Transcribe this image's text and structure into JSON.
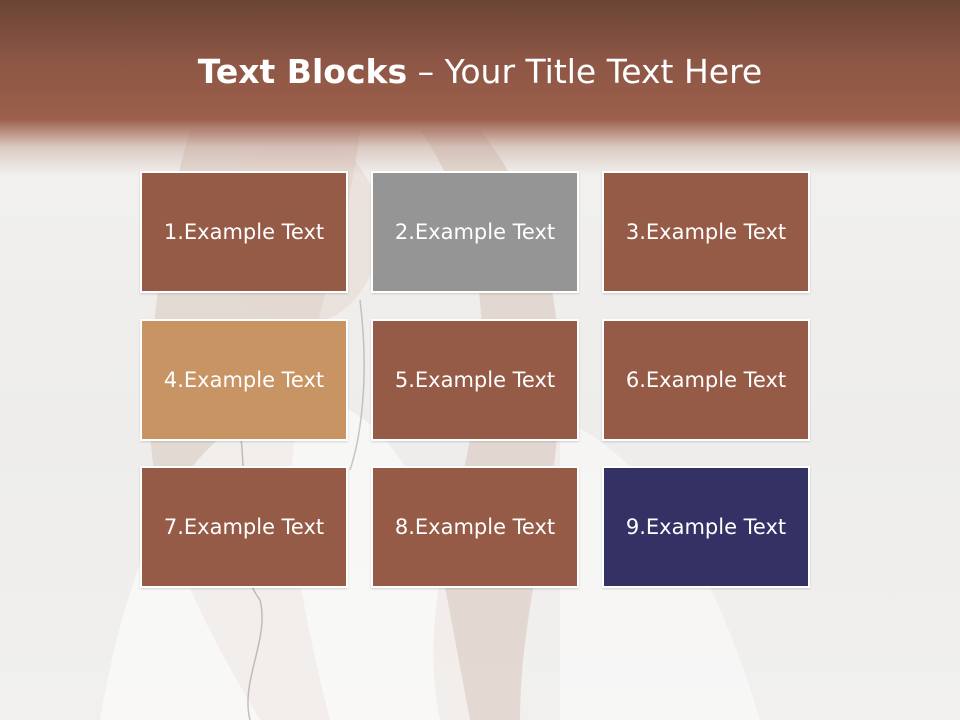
{
  "slide": {
    "title_bold": "Text Blocks",
    "title_dash": " – ",
    "title_rest": "Your Title Text Here"
  },
  "blocks": [
    {
      "label": "1.Example Text",
      "color": "#965b47"
    },
    {
      "label": "2.Example Text",
      "color": "#959595"
    },
    {
      "label": "3.Example Text",
      "color": "#965b47"
    },
    {
      "label": "4.Example Text",
      "color": "#c99463"
    },
    {
      "label": "5.Example Text",
      "color": "#965b47"
    },
    {
      "label": "6.Example Text",
      "color": "#965b47"
    },
    {
      "label": "7.Example Text",
      "color": "#965b47"
    },
    {
      "label": "8.Example Text",
      "color": "#965b47"
    },
    {
      "label": "9.Example Text",
      "color": "#343265"
    }
  ],
  "colors": {
    "header": "#9c5f4b",
    "background": "#efeeec"
  }
}
